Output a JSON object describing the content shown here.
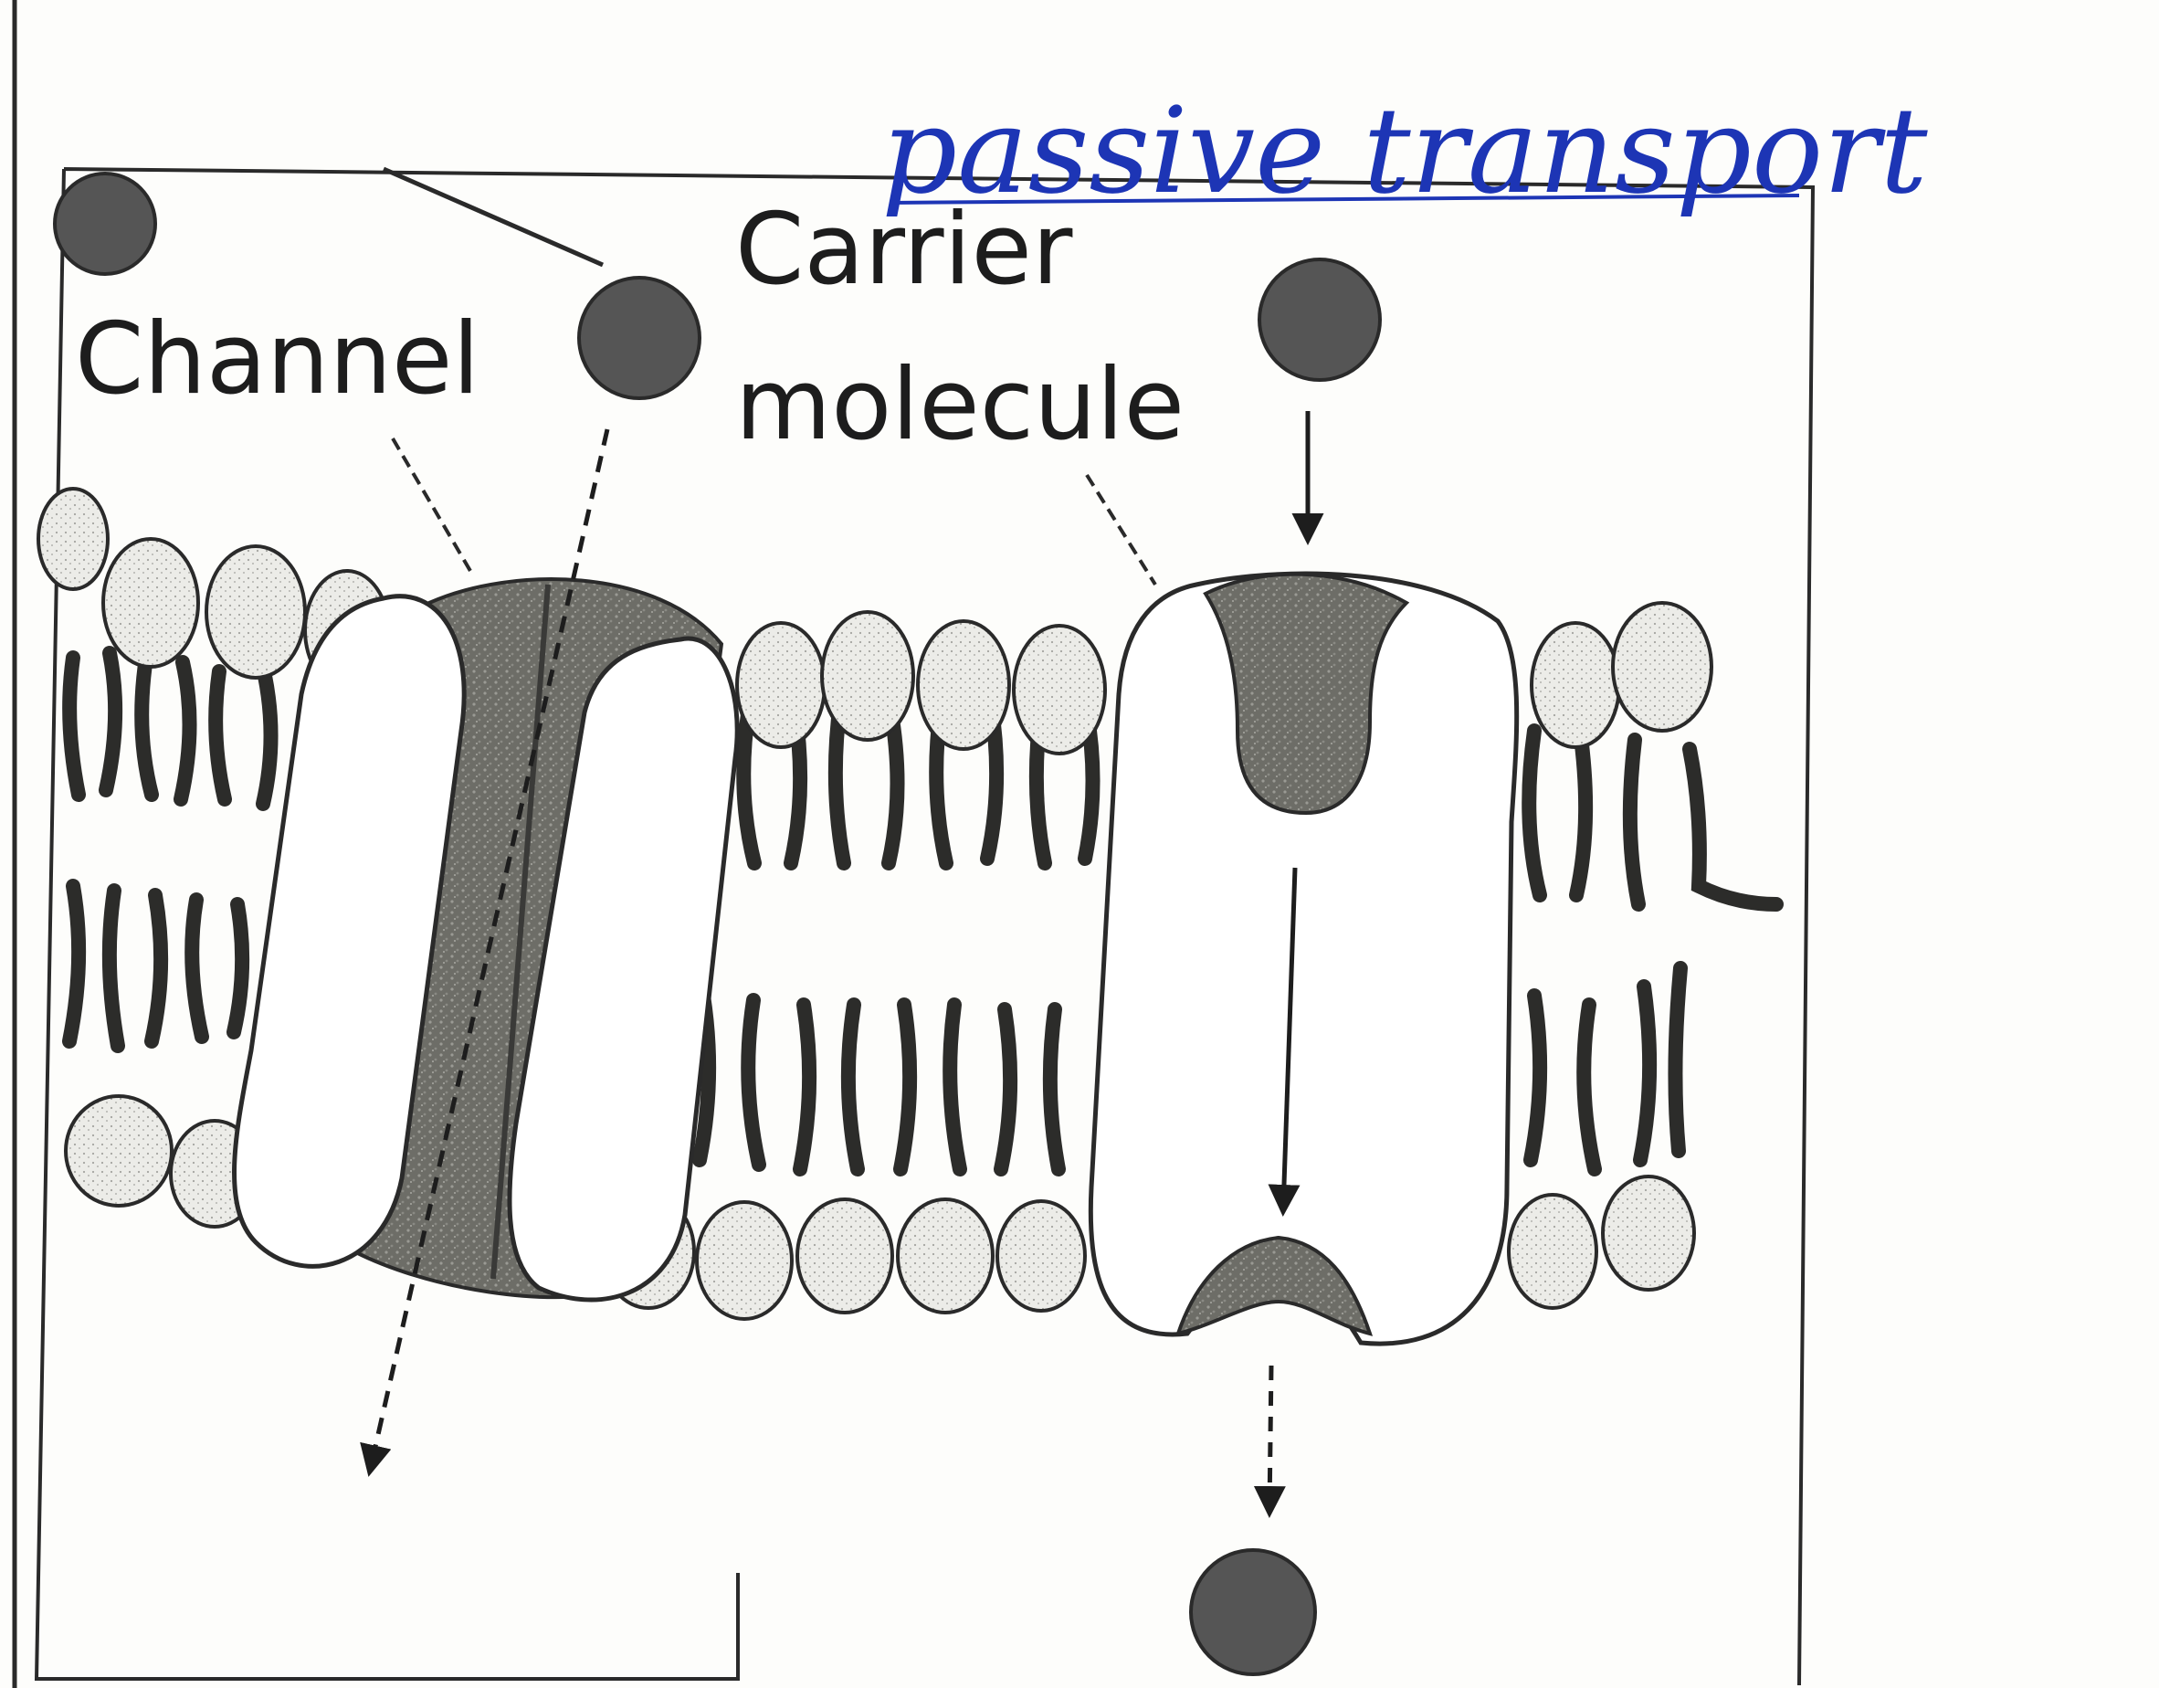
{
  "annotation": {
    "handwritten_title": "passive transport"
  },
  "labels": {
    "channel": "Channel",
    "carrier_line1": "Carrier",
    "carrier_line2": "molecule"
  },
  "colors": {
    "ink": "#1d1d1d",
    "solute_particle": "#555555",
    "channel_protein": "#6a6a64",
    "carrier_protein": "#5c5c58",
    "phospholipid_head": "#e9e9e6",
    "handwriting_blue": "#1d35b5"
  }
}
